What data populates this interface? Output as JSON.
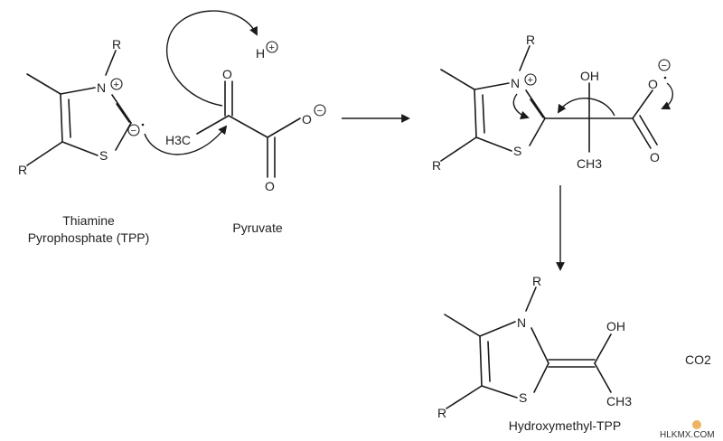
{
  "labels": {
    "R": "R",
    "N": "N",
    "S": "S",
    "O": "O",
    "OH": "OH",
    "H": "H",
    "H3C": "H3C",
    "CH3": "CH3",
    "CO2": "CO2",
    "plus": "+",
    "minus": "−"
  },
  "captions": {
    "tpp_line1": "Thiamine",
    "tpp_line2": "Pyrophosphate (TPP)",
    "pyruvate": "Pyruvate",
    "product": "Hydroxymethyl-TPP"
  },
  "watermark": "HLKMX.COM",
  "colors": {
    "ink": "#1a1a1a",
    "watermark_sun": "#e8a13a"
  }
}
